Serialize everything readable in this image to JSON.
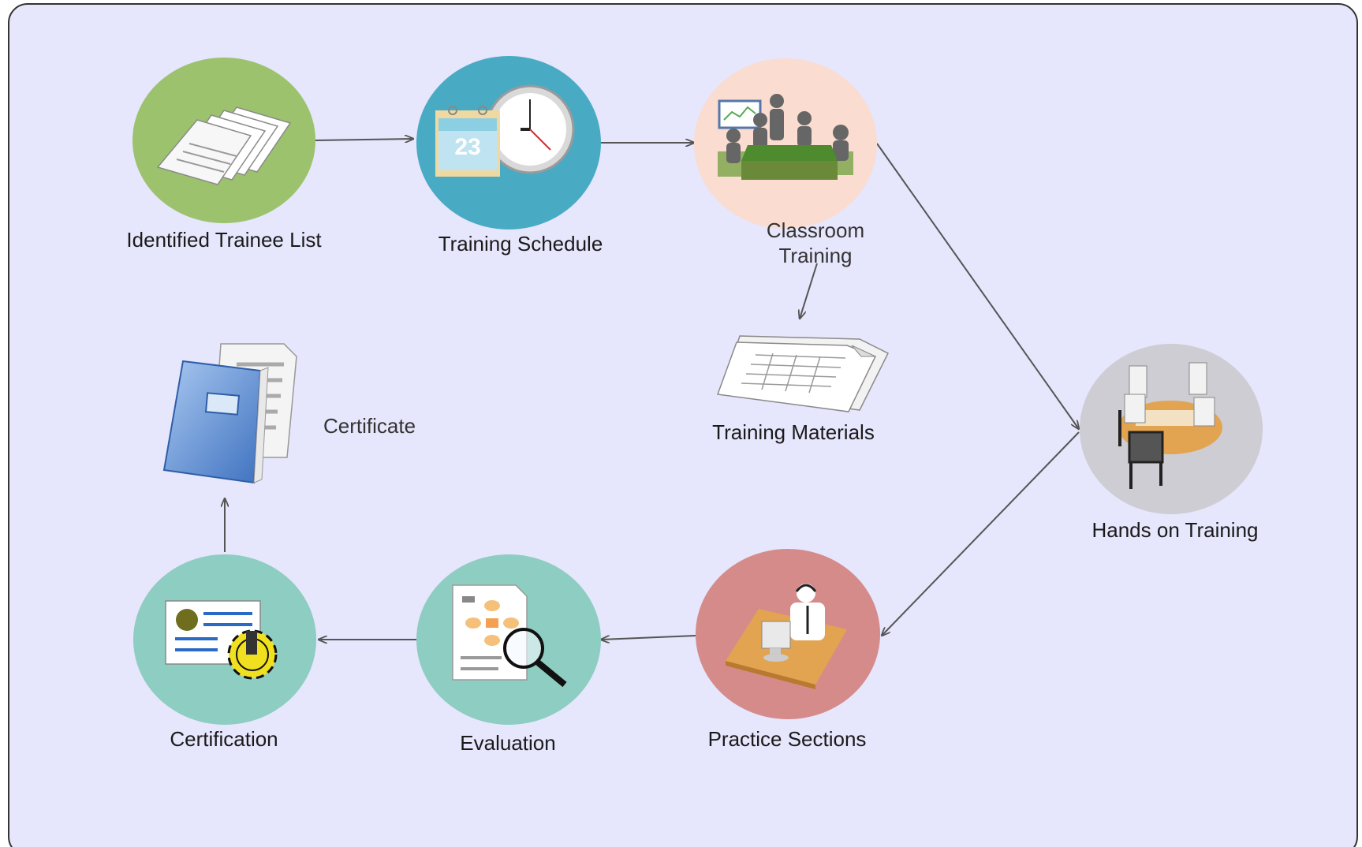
{
  "diagram": {
    "background": "#e6e6fc",
    "border_color": "#333333",
    "arrow_color": "#555555",
    "nodes": [
      {
        "id": "trainee-list",
        "label": "Identified Trainee List",
        "color": "#9cc26e",
        "icon": "document-stack-icon"
      },
      {
        "id": "schedule",
        "label": "Training Schedule",
        "color": "#48abc3",
        "icon": "calendar-clock-icon",
        "calendar_day": "23"
      },
      {
        "id": "classroom",
        "label": "Classroom Training",
        "color": "#fbdcd0",
        "icon": "meeting-room-icon"
      },
      {
        "id": "materials",
        "label": "Training Materials",
        "color": "none",
        "icon": "spreadsheet-pages-icon"
      },
      {
        "id": "hands-on",
        "label": "Hands on Training",
        "color": "#cdcdd3",
        "icon": "round-table-icon"
      },
      {
        "id": "practice",
        "label": "Practice Sections",
        "color": "#d68b8b",
        "icon": "operator-desk-icon"
      },
      {
        "id": "evaluation",
        "label": "Evaluation",
        "color": "#8ecdc1",
        "icon": "document-magnifier-icon"
      },
      {
        "id": "certification",
        "label": "Certification",
        "color": "#8ecdc1",
        "icon": "certificate-gear-icon"
      },
      {
        "id": "certificate",
        "label": "Certificate",
        "color": "none",
        "icon": "binder-folder-icon"
      }
    ],
    "edges": [
      {
        "from": "trainee-list",
        "to": "schedule"
      },
      {
        "from": "schedule",
        "to": "classroom"
      },
      {
        "from": "classroom",
        "to": "materials"
      },
      {
        "from": "classroom",
        "to": "hands-on"
      },
      {
        "from": "hands-on",
        "to": "practice"
      },
      {
        "from": "practice",
        "to": "evaluation"
      },
      {
        "from": "evaluation",
        "to": "certification"
      },
      {
        "from": "certification",
        "to": "certificate"
      }
    ]
  }
}
